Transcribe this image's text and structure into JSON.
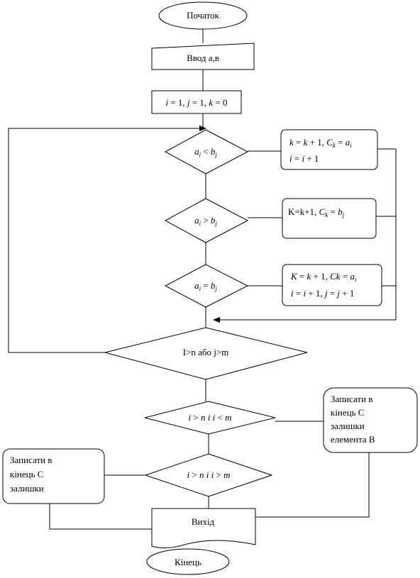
{
  "nodes": {
    "start": "Початок",
    "input": "Ввод а,в",
    "init": "i = 1, j = 1, k = 0",
    "decision_lt": "a_i < b_j",
    "proc_lt_line1": "k = k + 1, C_k = a_i",
    "proc_lt_line2": "i = i + 1",
    "decision_gt": "a_i > b_j",
    "proc_gt": "K=k+1, C_k = b_j",
    "decision_eq": "a_i = b_j",
    "proc_eq_line1": "K = k + 1, Ck = a_i",
    "proc_eq_line2": "i = i + 1, j = j + 1",
    "loop_condition": "I>n або j>m",
    "decision_i_n_i_m": "i > n  i  i < m",
    "write_b_line1": "Записати в",
    "write_b_line2": "кінець  С",
    "write_b_line3": "залишки",
    "write_b_line4": "елемента В",
    "decision_i_n_i_gt_m": "i > n i i > m",
    "write_a_line1": "Записати в",
    "write_a_line2": "кінець  С",
    "write_a_line3": "залишки",
    "output": "Вихід",
    "end": "Кінець"
  }
}
